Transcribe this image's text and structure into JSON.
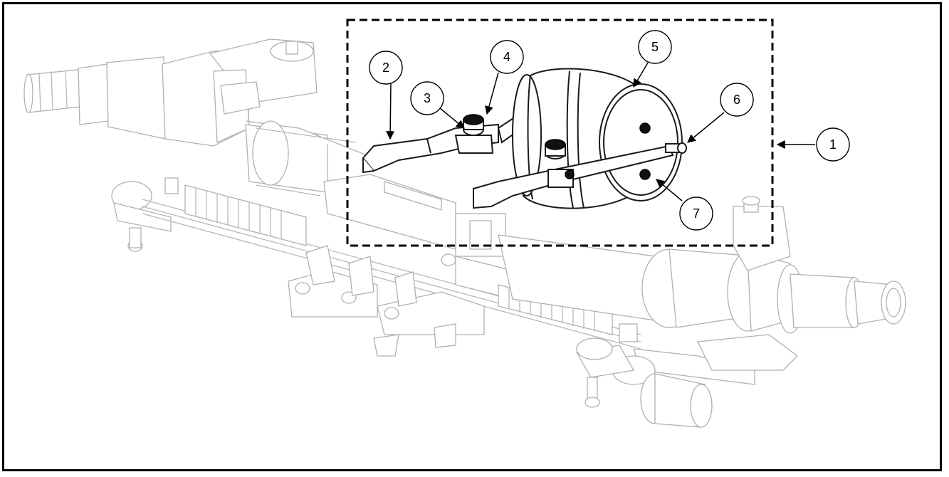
{
  "callouts": {
    "c1": "1",
    "c2": "2",
    "c3": "3",
    "c4": "4",
    "c5": "5",
    "c6": "6",
    "c7": "7"
  },
  "colors": {
    "background": "#ffffff",
    "line_dark": "#000000",
    "line_light": "#b8b8b8"
  }
}
